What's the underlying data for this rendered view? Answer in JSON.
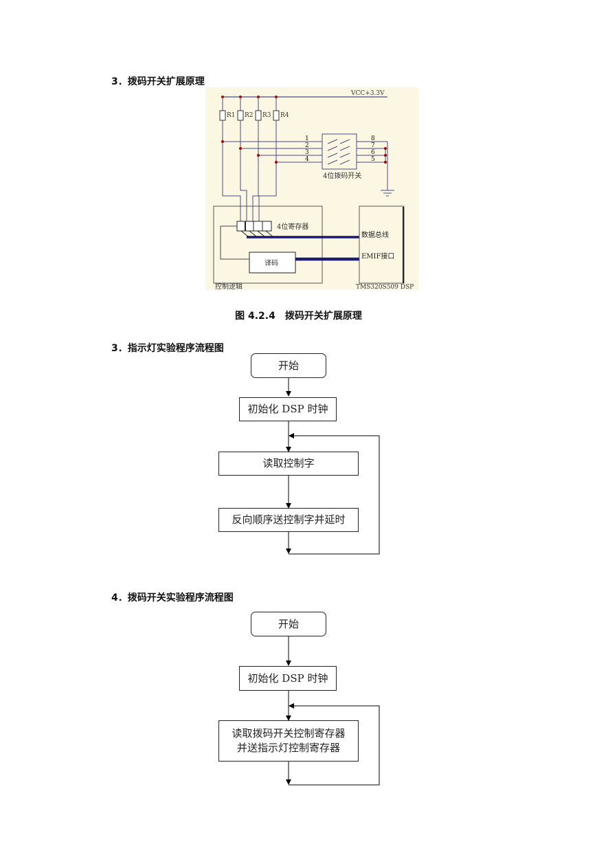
{
  "section_dip_principle": {
    "heading": "3．拨码开关扩展原理"
  },
  "circuit": {
    "vcc_label": "VCC+3.3V",
    "resistors": [
      "R1",
      "R2",
      "R3",
      "R4"
    ],
    "pins_left": [
      "1",
      "2",
      "3",
      "4"
    ],
    "pins_right": [
      "8",
      "7",
      "6",
      "5"
    ],
    "switch_label": "4位拨码开关",
    "register_label": "4位寄存器",
    "data_bus_label": "数据总线",
    "decoder_label": "译码",
    "emif_label": "EMIF接口",
    "control_logic_label": "控制逻辑",
    "dsp_label": "TMS320S509 DSP"
  },
  "figure_caption": "图 4.2.4　拨码开关扩展原理",
  "section_led_flow": {
    "heading": "3．指示灯实验程序流程图",
    "steps": {
      "start": "开始",
      "init": "初始化 DSP 时钟",
      "read": "读取控制字",
      "send": "反向顺序送控制字并延时"
    }
  },
  "section_dip_flow": {
    "heading": "4．拨码开关实验程序流程图",
    "steps": {
      "start": "开始",
      "init": "初始化 DSP 时钟",
      "read_line1": "读取拨码开关控制寄存器",
      "read_line2": "并送指示灯控制寄存器"
    }
  }
}
